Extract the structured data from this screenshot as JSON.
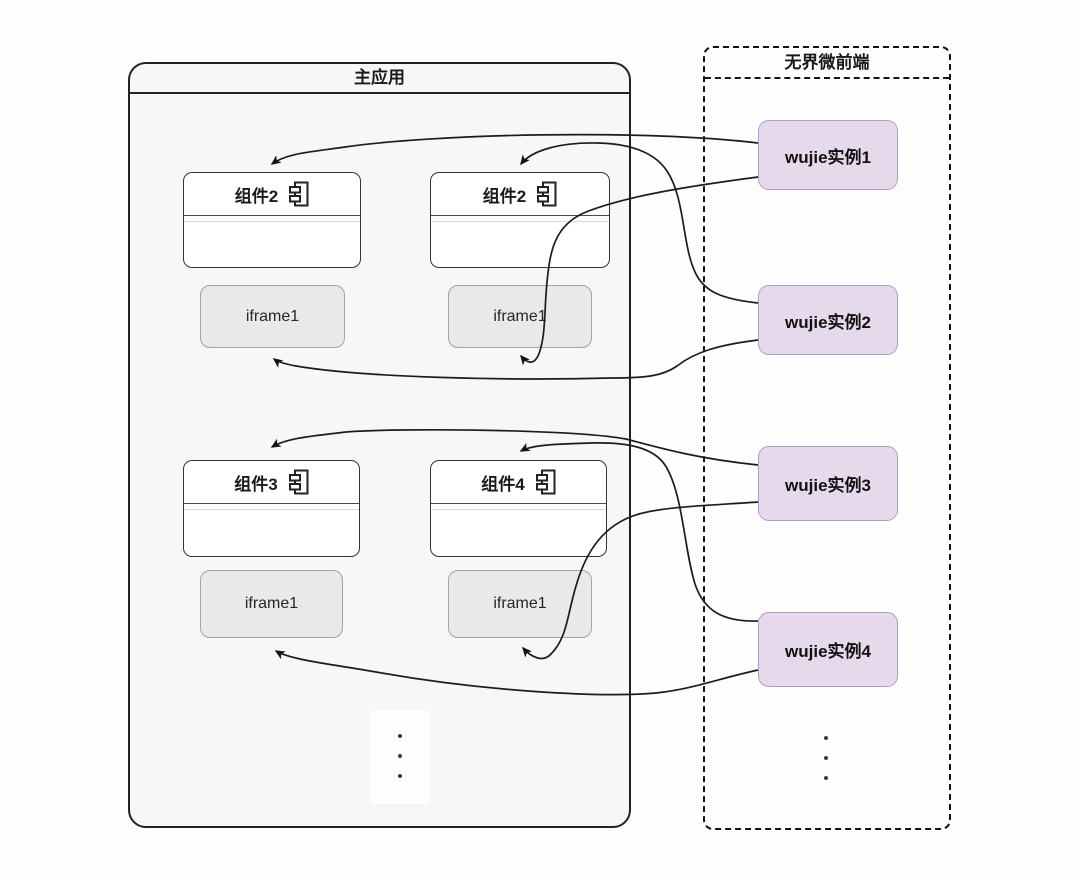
{
  "main_app": {
    "title": "主应用",
    "components": [
      {
        "label": "组件2"
      },
      {
        "label": "组件2"
      },
      {
        "label": "组件3"
      },
      {
        "label": "组件4"
      }
    ],
    "iframes": [
      {
        "label": "iframe1"
      },
      {
        "label": "iframe1"
      },
      {
        "label": "iframe1"
      },
      {
        "label": "iframe1"
      }
    ]
  },
  "wujie_panel": {
    "title": "无界微前端",
    "instances": [
      {
        "label": "wujie实例1"
      },
      {
        "label": "wujie实例2"
      },
      {
        "label": "wujie实例3"
      },
      {
        "label": "wujie实例4"
      }
    ]
  },
  "edges": [
    {
      "from": "wujie实例1",
      "to": "组件2(左)"
    },
    {
      "from": "wujie实例1",
      "to": "iframe1(右上)"
    },
    {
      "from": "wujie实例2",
      "to": "组件2(右)"
    },
    {
      "from": "wujie实例2",
      "to": "iframe1(左上)"
    },
    {
      "from": "wujie实例3",
      "to": "组件3"
    },
    {
      "from": "wujie实例3",
      "to": "iframe1(右下)"
    },
    {
      "from": "wujie实例4",
      "to": "组件4"
    },
    {
      "from": "wujie实例4",
      "to": "iframe1(左下)"
    }
  ],
  "colors": {
    "instance_fill": "#e6d9ec",
    "instance_border": "#b49bc5",
    "iframe_fill": "#e9e9e8",
    "iframe_border": "#a3a3a3",
    "container_fill": "#f7f7f6",
    "line": "#1c1c1c"
  }
}
